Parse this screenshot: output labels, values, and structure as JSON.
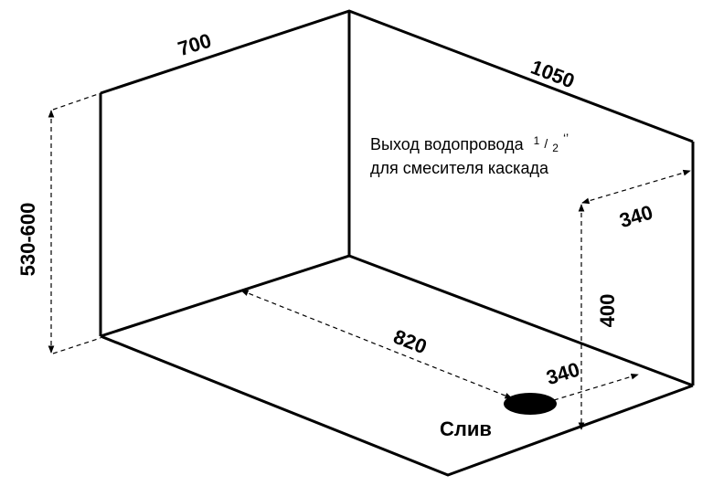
{
  "dimensions": {
    "width_top": "700",
    "length_top": "1050",
    "height_range": "530-600",
    "drain_offset_length": "820",
    "drain_offset_side": "340",
    "pipe_offset_side": "340",
    "pipe_height": "400"
  },
  "notes": {
    "outlet_line1": "Выход водопровода",
    "outlet_fraction_num": "1",
    "outlet_fraction_den": "2",
    "outlet_inch_mark": "‘’",
    "outlet_line2": "для смесителя каскада"
  },
  "drain_label": "Слив"
}
